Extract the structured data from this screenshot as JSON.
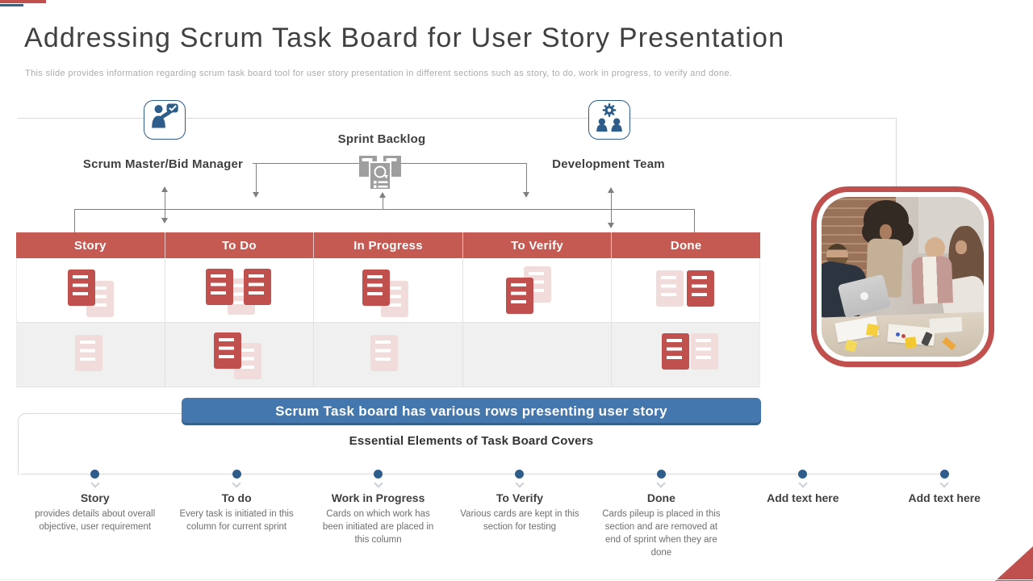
{
  "slide": {
    "title": "Addressing Scrum Task Board for User Story Presentation",
    "subtitle": "This slide provides information regarding scrum task board tool for user story presentation in different sections such as story, to do, work in progress, to verify and done."
  },
  "diagram": {
    "scrum_master_label": "Scrum Master/Bid Manager",
    "sprint_backlog_label": "Sprint Backlog",
    "development_team_label": "Development Team",
    "icons": {
      "scrum_master": "person-check-bubble-icon",
      "sprint_backlog": "task-cards-icon",
      "development_team": "gear-two-people-icon"
    }
  },
  "board": {
    "columns": [
      "Story",
      "To Do",
      "In Progress",
      "To Verify",
      "Done"
    ],
    "rows": [
      {
        "cells": [
          [
            {
              "t": "f",
              "x": 86,
              "y": 28
            },
            {
              "t": "s",
              "x": 63,
              "y": 14
            }
          ],
          [
            {
              "t": "f",
              "x": 77,
              "y": 25
            },
            {
              "t": "s",
              "x": 50,
              "y": 13
            },
            {
              "t": "s",
              "x": 97,
              "y": 13
            }
          ],
          [
            {
              "t": "f",
              "x": 83,
              "y": 28
            },
            {
              "t": "s",
              "x": 60,
              "y": 14
            }
          ],
          [
            {
              "t": "f",
              "x": 75,
              "y": 10
            },
            {
              "t": "s",
              "x": 53,
              "y": 24
            }
          ],
          [
            {
              "t": "f",
              "x": 55,
              "y": 15
            },
            {
              "t": "s",
              "x": 93,
              "y": 15
            }
          ]
        ]
      },
      {
        "cells": [
          [
            {
              "t": "f",
              "x": 72,
              "y": 15
            }
          ],
          [
            {
              "t": "f",
              "x": 85,
              "y": 25
            },
            {
              "t": "s",
              "x": 60,
              "y": 12
            }
          ],
          [
            {
              "t": "f",
              "x": 70,
              "y": 15
            }
          ],
          [],
          [
            {
              "t": "s",
              "x": 62,
              "y": 13
            },
            {
              "t": "f",
              "x": 98,
              "y": 13
            }
          ]
        ]
      }
    ]
  },
  "banner": {
    "label": "Scrum Task board has various rows presenting user story"
  },
  "timeline": {
    "heading": "Essential  Elements of Task Board Covers",
    "items": [
      {
        "title": "Story",
        "desc": "provides  details about overall  objective, user requirement"
      },
      {
        "title": "To do",
        "desc": "Every  task is initiated in this column for current  sprint"
      },
      {
        "title": "Work in Progress",
        "desc": "Cards  on which work has been  initiated are placed in this column"
      },
      {
        "title": "To Verify",
        "desc": "Various  cards are kept in this section for testing"
      },
      {
        "title": "Done",
        "desc": "Cards  pileup is placed in this section and  are removed  at end of sprint when  they are done"
      },
      {
        "title": "Add text here",
        "desc": ""
      },
      {
        "title": "Add text here",
        "desc": ""
      }
    ]
  },
  "colors": {
    "accent_red": "#C0504D",
    "header_red": "#C45A52",
    "banner_blue": "#4377AE",
    "icon_blue": "#2E5D8C",
    "doc_faded": "#F2DCDB",
    "connector_gray": "#7F7F7F",
    "frame_gray": "#D8D8D8",
    "title_gray": "#404040",
    "subtitle_gray": "#ABABAB"
  }
}
